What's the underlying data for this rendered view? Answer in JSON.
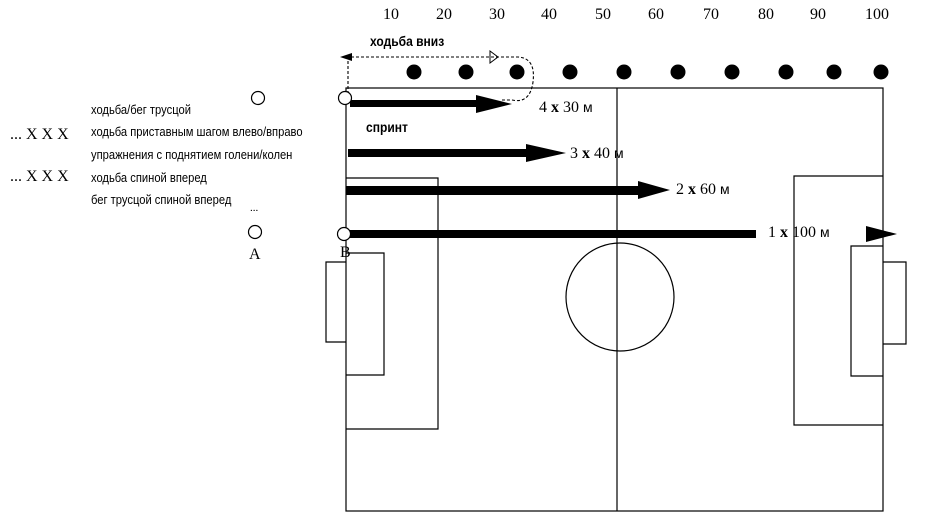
{
  "scale_labels": [
    "10",
    "20",
    "30",
    "40",
    "50",
    "60",
    "70",
    "80",
    "90",
    "100"
  ],
  "exercises": [
    "ходьба/бег трусцой",
    "ходьба приставным шагом влево/вправо",
    "упражнения с поднятием голени/колен",
    "ходьба спиной вперед",
    "бег трусцой спиной вперед"
  ],
  "player_marks": [
    "... X X X",
    "... X X X"
  ],
  "ellipsis_mark": "...",
  "walk_back_label": "ходьба вниз",
  "sprint_label": "спринт",
  "point_a": "A",
  "point_b": "B",
  "sets": [
    {
      "reps": "4",
      "x": "x",
      "distance": "30",
      "unit": "м"
    },
    {
      "reps": "3",
      "x": "x",
      "distance": "40",
      "unit": "м"
    },
    {
      "reps": "2",
      "x": "x",
      "distance": "60",
      "unit": "м"
    },
    {
      "reps": "1",
      "x": "x",
      "distance": "100",
      "unit": "м"
    }
  ]
}
